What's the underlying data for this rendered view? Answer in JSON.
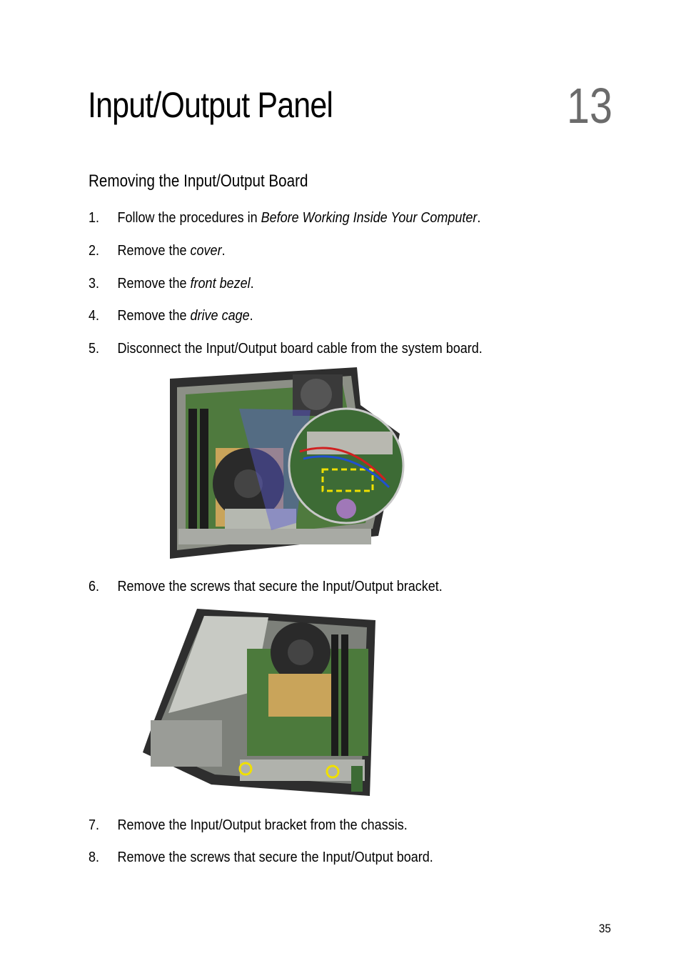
{
  "chapter": {
    "title": "Input/Output Panel",
    "number": "13"
  },
  "section": {
    "heading": "Removing the Input/Output Board"
  },
  "steps": [
    {
      "num": "1.",
      "pre": "Follow the procedures in ",
      "link": "Before Working Inside Your Computer",
      "post": "."
    },
    {
      "num": "2.",
      "pre": "Remove the ",
      "link": "cover",
      "post": "."
    },
    {
      "num": "3.",
      "pre": "Remove the ",
      "link": "front bezel",
      "post": "."
    },
    {
      "num": "4.",
      "pre": "Remove the ",
      "link": "drive cage",
      "post": "."
    },
    {
      "num": "5.",
      "pre": "Disconnect the Input/Output board cable from the system board.",
      "link": "",
      "post": ""
    },
    {
      "num": "6.",
      "pre": "Remove the screws that secure the Input/Output bracket.",
      "link": "",
      "post": ""
    },
    {
      "num": "7.",
      "pre": "Remove the Input/Output bracket from the chassis.",
      "link": "",
      "post": ""
    },
    {
      "num": "8.",
      "pre": "Remove the screws that secure the Input/Output board.",
      "link": "",
      "post": ""
    }
  ],
  "page_number": "35"
}
